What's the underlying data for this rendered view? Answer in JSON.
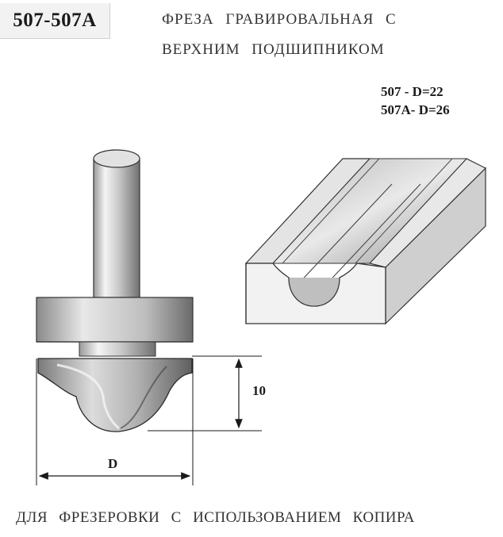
{
  "header": {
    "model_code": "507-507A",
    "title_line_1": "ФРЕЗА  ГРАВИРОВАЛЬНАЯ  С",
    "title_line_2": "ВЕРХНИМ  ПОДШИПНИКОМ"
  },
  "variants": [
    {
      "text": "507   - D=22"
    },
    {
      "text": "507A- D=26"
    }
  ],
  "drawing": {
    "height_label": "10",
    "diameter_label": "D"
  },
  "footer": {
    "text": "ДЛЯ  ФРЕЗЕРОВКИ  С  ИСПОЛЬЗОВАНИЕМ  КОПИРА"
  },
  "icons": {
    "cutter": "router-bit-icon",
    "profile_block": "profile-groove-icon"
  }
}
